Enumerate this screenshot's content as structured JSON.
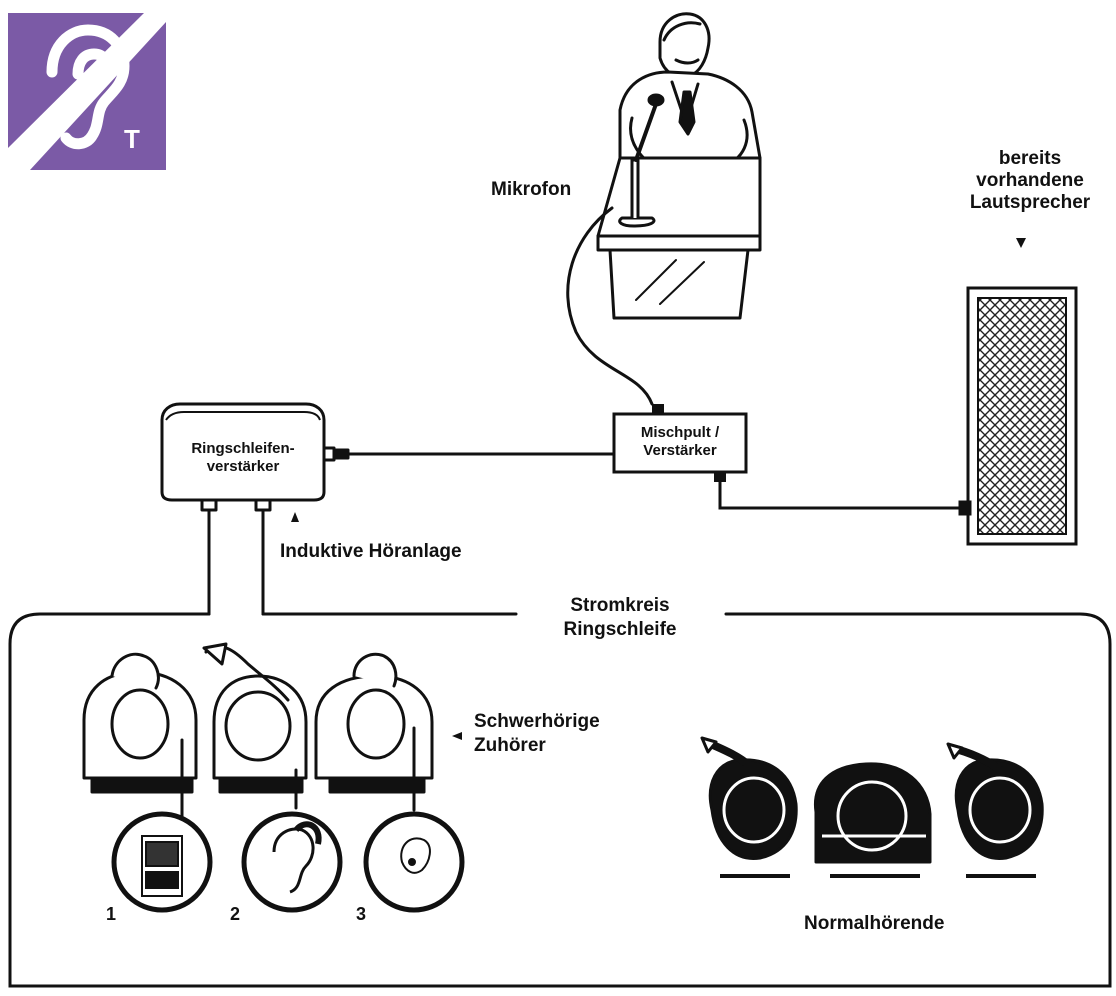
{
  "labels": {
    "microphone": "Mikrofon",
    "speakers_line1": "bereits",
    "speakers_line2": "vorhandene",
    "speakers_line3": "Lautsprecher",
    "loop_amp_line1": "Ringschleifen-",
    "loop_amp_line2": "verstärker",
    "mixer_line1": "Mischpult /",
    "mixer_line2": "Verstärker",
    "induction_system": "Induktive Höranlage",
    "circuit_line1": "Stromkreis",
    "circuit_line2": "Ringschleife",
    "hard_of_hearing_line1": "Schwerhörige",
    "hard_of_hearing_line2": "Zuhörer",
    "normal_hearing": "Normalhörende",
    "receiver_numbers": [
      "1",
      "2",
      "3"
    ]
  },
  "logo": {
    "icon": "hearing-loop-ear-icon",
    "letter": "T",
    "color": "#7b5aa6"
  }
}
